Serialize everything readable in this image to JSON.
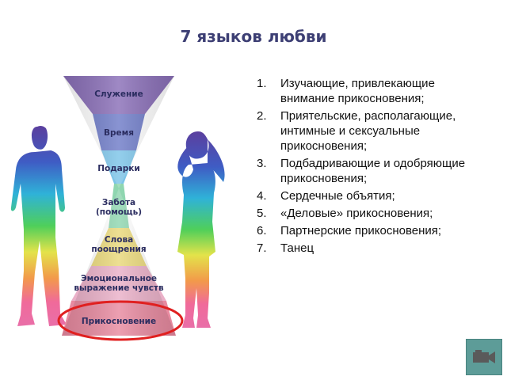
{
  "title": "7 языков любви",
  "pyramid": {
    "segments": [
      {
        "label_lines": [
          "Служение"
        ],
        "color": "#8a6fb8"
      },
      {
        "label_lines": [
          "Время"
        ],
        "color": "#6f7cc8"
      },
      {
        "label_lines": [
          "Подарки"
        ],
        "color": "#7cc4e8"
      },
      {
        "label_lines": [
          "Забота",
          "(помощь)"
        ],
        "color": "#8fd6b0"
      },
      {
        "label_lines": [
          "Слова",
          "поощрения"
        ],
        "color": "#e9d87a"
      },
      {
        "label_lines": [
          "Эмоциональное",
          "выражение чувств"
        ],
        "color": "#eab0c8"
      },
      {
        "label_lines": [
          "Прикосновение"
        ],
        "color": "#e88aa0"
      }
    ],
    "highlight_color": "#e02020"
  },
  "touch_types": [
    {
      "num": "1.",
      "text": "Изучающие, привлекающие внимание прикосновения;"
    },
    {
      "num": "2.",
      "text": "Приятельские, располагающие, интимные и сексуальные прикосновения;"
    },
    {
      "num": "3.",
      "text": "Подбадривающие и одобряющие прикосновения;"
    },
    {
      "num": "4.",
      "text": "Сердечные объятия;"
    },
    {
      "num": "5.",
      "text": "«Деловые» прикосновения;"
    },
    {
      "num": "6.",
      "text": "Партнерские прикосновения;"
    },
    {
      "num": "7.",
      "text": "Танец"
    }
  ],
  "media_button": {
    "icon": "video-camera-icon",
    "color": "#5d9c98"
  }
}
